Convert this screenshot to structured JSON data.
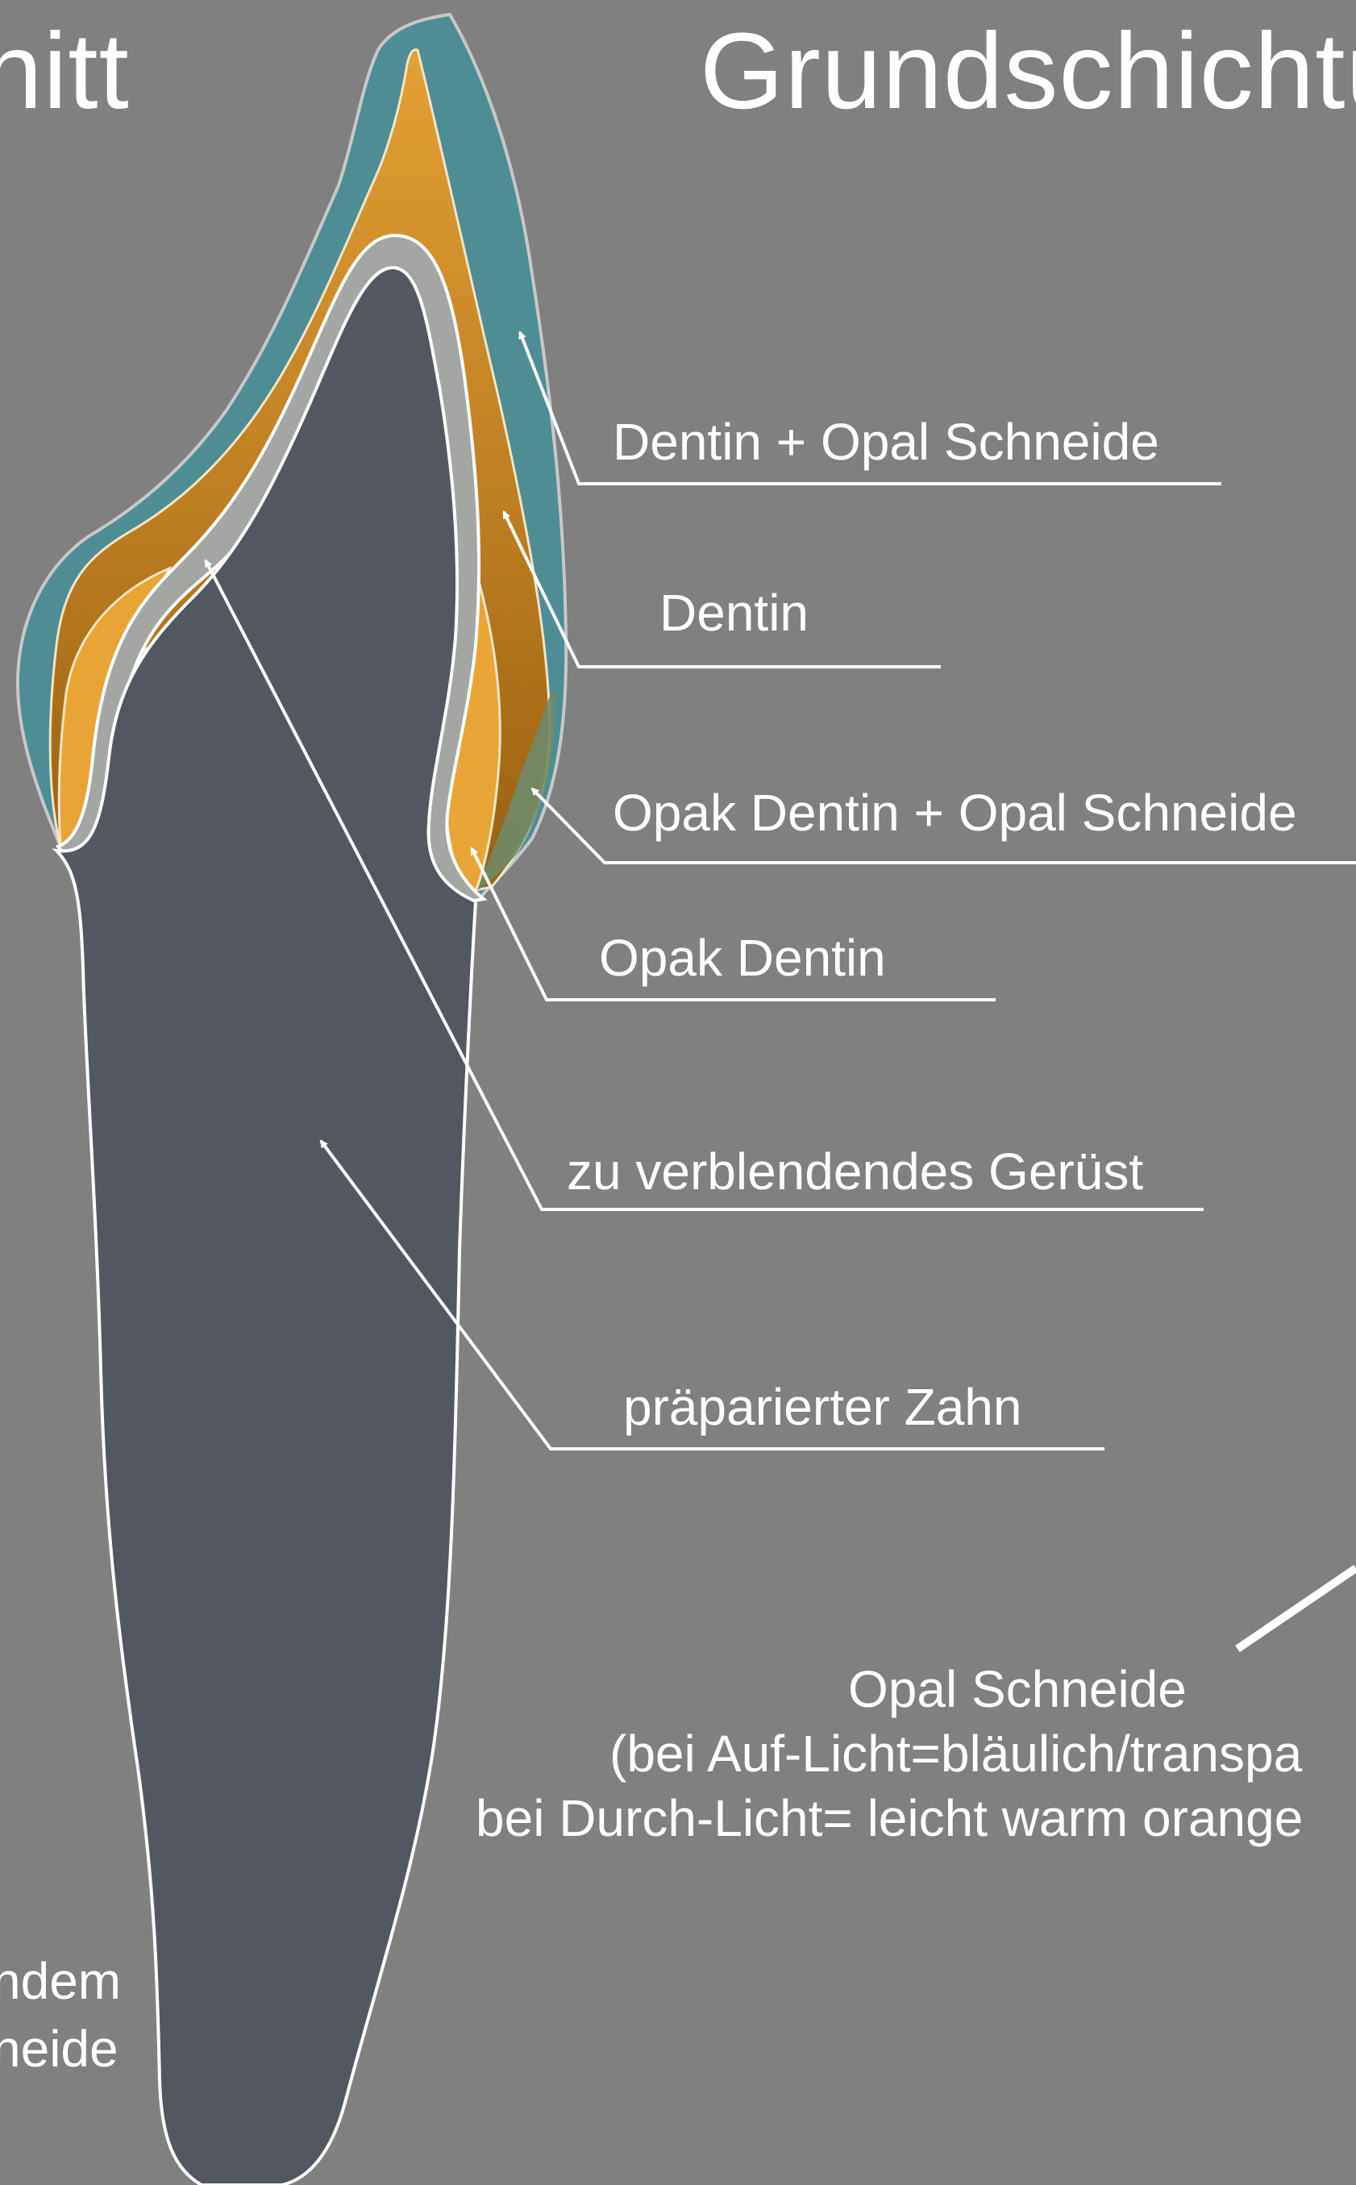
{
  "titles": {
    "left": "nitt",
    "right": "Grundschichtu"
  },
  "labels": {
    "dentin_opal": "Dentin + Opal Schneide",
    "dentin": "Dentin",
    "opak_dentin_opal": "Opak Dentin + Opal Schneide",
    "opak_dentin": "Opak Dentin",
    "geruest": "zu verblendendes Gerüst",
    "zahn": "präparierter Zahn"
  },
  "opal_note": {
    "line1": "Opal Schneide",
    "line2": "(bei Auf-Licht=bläulich/transpa",
    "line3": "bei Durch-Licht= leicht warm orange"
  },
  "bottom_left": {
    "line1": "ndem",
    "line2": "neide"
  },
  "colors": {
    "background": "#808080",
    "tooth": "#525760",
    "framework": "#a3a6a3",
    "dentin": "#c98520",
    "opak_dentin": "#e8a535",
    "opal_incisal": "#4f8d95",
    "outline": "#ffffff"
  }
}
